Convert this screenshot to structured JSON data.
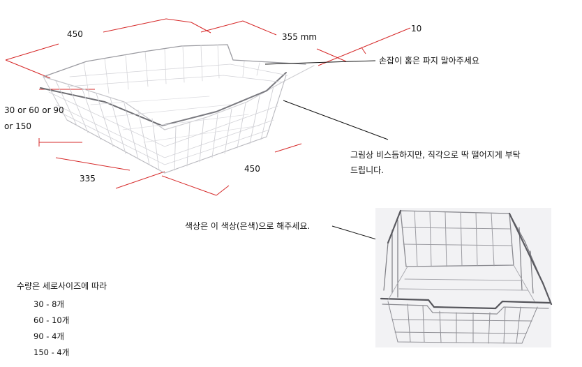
{
  "dimensions": {
    "top_width": "450",
    "top_depth": "355  mm",
    "rim_gap": "10",
    "height_line1": "30 or 60 or 90",
    "height_line2": "or 150",
    "bottom_depth": "335",
    "bottom_width": "450"
  },
  "notes": {
    "handle": "손잡이 홈은 파지 말아주세요",
    "edge_line1": "그림상 비스듬하지만, 직각으로 딱 떨어지게 부탁",
    "edge_line2": "드립니다.",
    "color": "색상은 이 색상(은색)으로 해주세요."
  },
  "quantity": {
    "title": "수량은 세로사이즈에 따라",
    "rows": [
      "30  -  8개",
      "60  -  10개",
      "90  -  4개",
      "150  -  4개"
    ]
  },
  "colors": {
    "dimension_line": "#d62828",
    "leader_line": "#111111",
    "wire_light": "#c8c8cc",
    "wire_dark": "#6d6d72"
  }
}
